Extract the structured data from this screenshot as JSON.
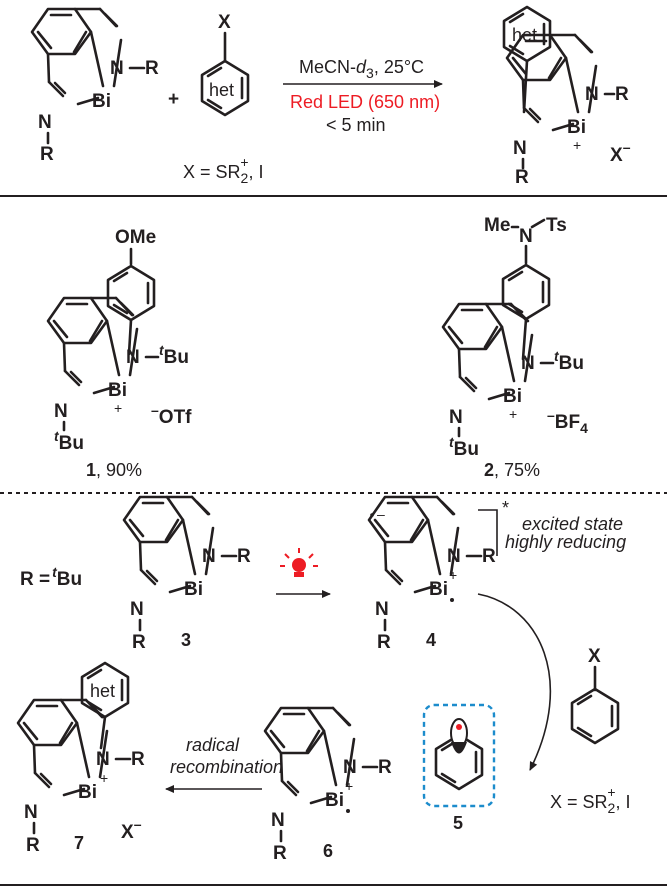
{
  "atoms": {
    "N": "N",
    "Bi": "Bi",
    "R": "R",
    "X": "X",
    "Me": "Me",
    "Ts": "Ts",
    "OMe": "OMe",
    "het": "het",
    "plus": "+",
    "minus": "–",
    "tBu_sup": "t",
    "tBu_main": "Bu",
    "tBu_Rsup": "t",
    "tBu_Rmain": "Bu"
  },
  "top": {
    "solvent": "MeCN-",
    "solvent_d": "d",
    "solvent_sub": "3",
    "solvent_temp": ", 25°C",
    "light": "Red LED (650 nm)",
    "time": "< 5 min",
    "x_def_prefix": "X = SR",
    "x_def_sub": "2",
    "x_def_sup": "+",
    "x_def_suffix": ", I",
    "counterion": "X",
    "counterion_sup": "–",
    "plus_sign": "+"
  },
  "products": {
    "p1_label": "1",
    "p1_yield": ", 90%",
    "p1_counter": "OTf",
    "p2_label": "2",
    "p2_yield": ", 75%",
    "p2_counter": "BF",
    "p2_counter_sub": "4"
  },
  "mechanism": {
    "r_def": "R =",
    "label_3": "3",
    "label_4": "4",
    "label_5": "5",
    "label_6": "6",
    "label_7": "7",
    "excited_1": "excited state",
    "excited_2": "highly reducing",
    "asterisk": "*",
    "radical_1": "radical",
    "radical_2": "recombination",
    "x_def_prefix": "X = SR",
    "x_def_sub": "2",
    "x_def_sup": "+",
    "x_def_suffix": ", I",
    "counterion": "X",
    "counterion_sup": "–"
  },
  "colors": {
    "ink": "#231f20",
    "led": "#ed1c24",
    "box": "#1c8ccc"
  }
}
